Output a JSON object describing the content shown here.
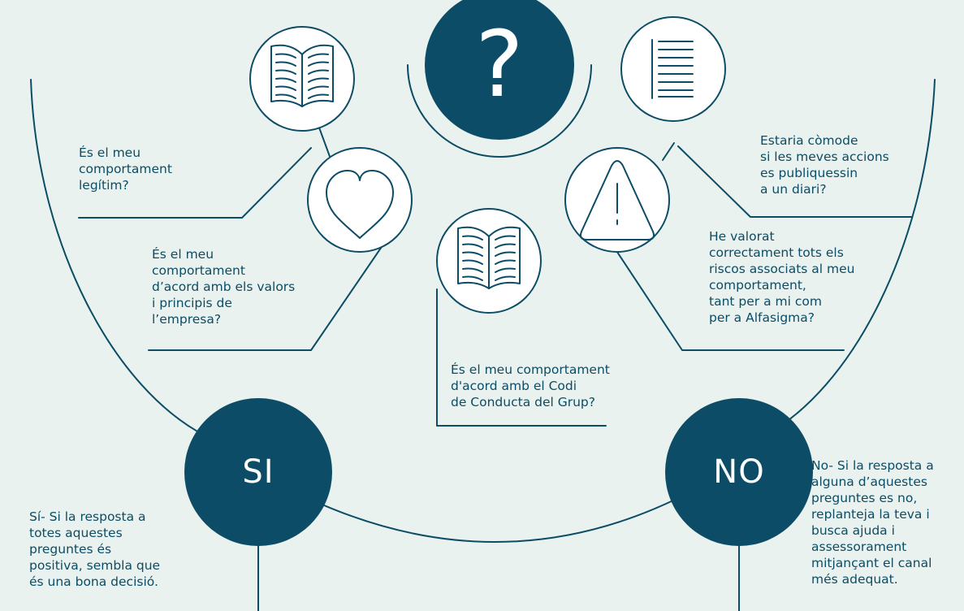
{
  "colors": {
    "background": "#e9f2ee",
    "line": "#0c4c66",
    "circle_fill": "#0c4c66",
    "icon_circle_fill": "#ffffff",
    "text": "#0c4c66"
  },
  "center_symbol": "?",
  "icons": {
    "book_top": "open-book-icon",
    "document": "document-lines-icon",
    "heart": "heart-icon",
    "warning": "warning-triangle-icon",
    "book_center": "open-book-icon"
  },
  "questions": {
    "legitimate": "És el meu\ncomportament\nlegítim?",
    "values": "És el meu\ncomportament\nd’acord amb els valors\ni principis de\nl’empresa?",
    "code": "És el meu comportament\nd'acord amb el Codi\nde Conducta del Grup?",
    "newspaper": "Estaria còmode\nsi les meves accions\nes publiquessin\na un diari?",
    "risks": "He valorat\ncorrectament tots els\nriscos associats al meu\ncomportament,\ntant per a mi com\nper a Alfasigma?"
  },
  "outcomes": {
    "yes_label": "SI",
    "yes_text": "Sí- Si la resposta a\ntotes aquestes\npreguntes és\npositiva, sembla que\nés una bona decisió.",
    "no_label": "NO",
    "no_text": "No- Si la resposta a\nalguna d’aquestes\npreguntes es no,\nreplanteja la teva i\nbusca ajuda i\nassessorament\nmitjançant el canal\nmés adequat."
  }
}
